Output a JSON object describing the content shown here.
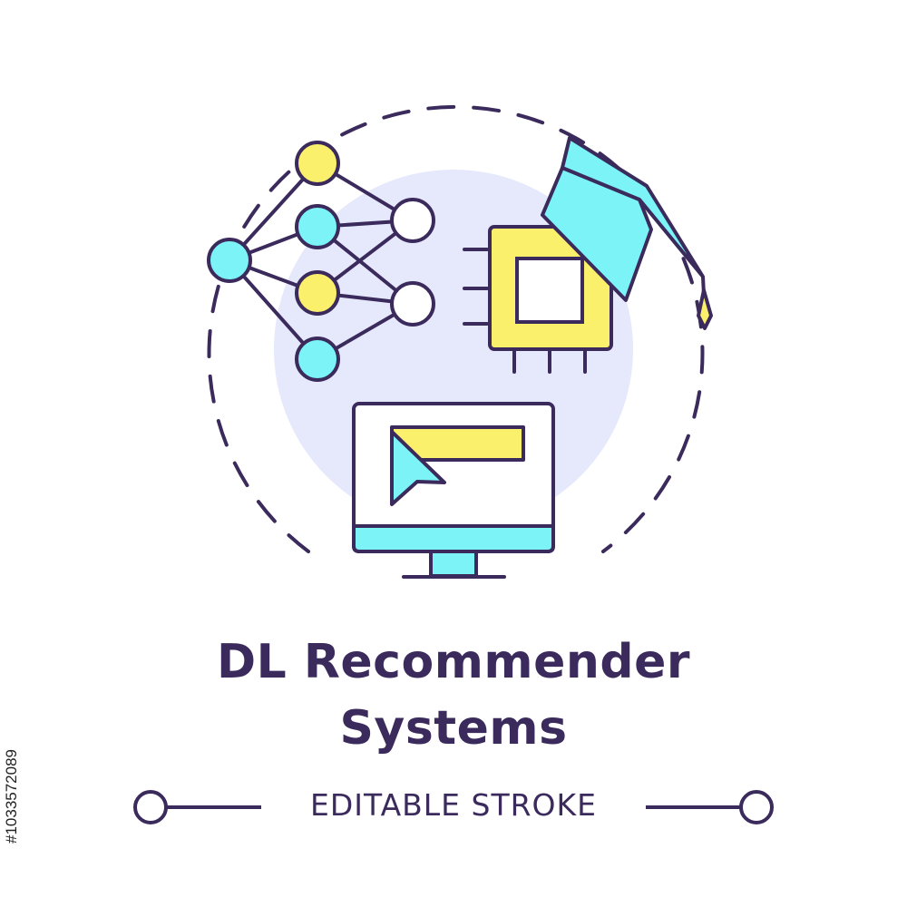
{
  "title_line_1": "DL Recommender",
  "title_line_2": "Systems",
  "footer_label": "EDITABLE STROKE",
  "stock_id": "#1033572089",
  "colors": {
    "outline": "#3b2a5c",
    "cyan": "#7cf3f6",
    "yellow": "#fbf06c",
    "lavender": "#e6e9fb",
    "white": "#ffffff"
  },
  "icons": [
    "neural-network-icon",
    "processor-chip-icon",
    "graduation-cap-icon",
    "monitor-icon",
    "cursor-pointer-icon"
  ]
}
